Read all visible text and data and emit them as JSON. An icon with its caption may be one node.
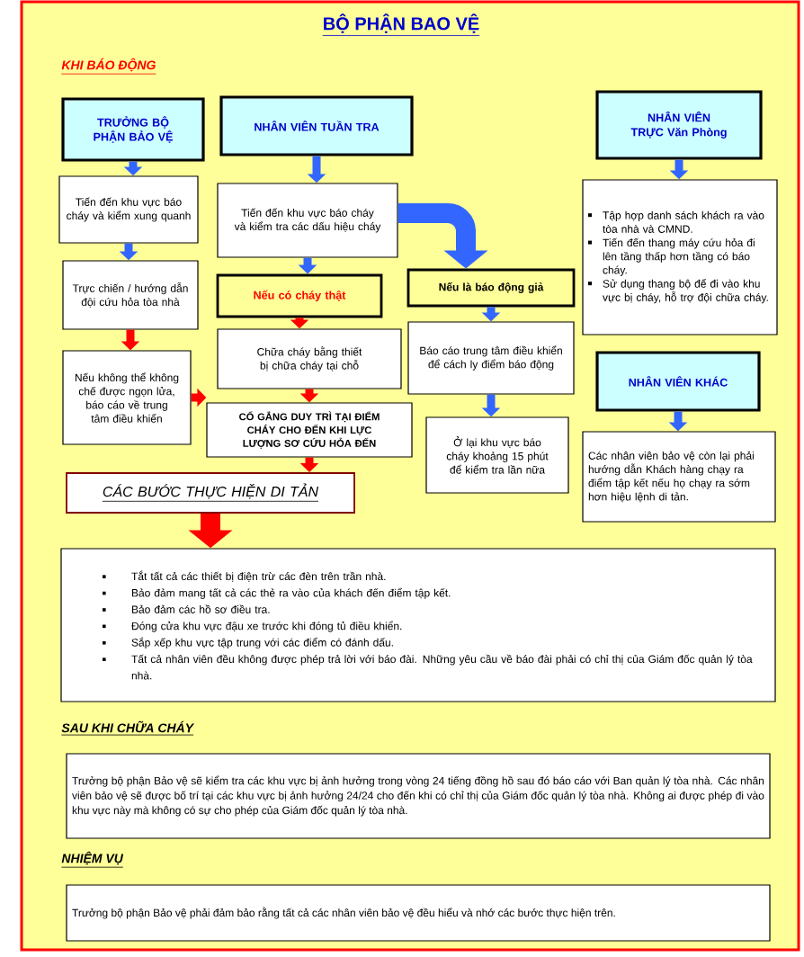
{
  "diagram": {
    "title": "BỘ PHẬN BAO VỆ",
    "nodes": [
      {
        "text": [
          "TRƯỞNG BỘ PHẬN BẢO VỆ"
        ]
      },
      {
        "text": [
          "NHÂN VIÊN TUẦN TRA"
        ]
      },
      {
        "text": [
          "NHÂN VIÊN TRỰC Văn Phòng"
        ]
      },
      {
        "text": [
          "Tiến đến khu vực báo cháy và kiểm xung quanh"
        ]
      },
      {
        "text": [
          "Tiến đến khu vực báo cháy và kiểm tra các dấu hiệu cháy"
        ]
      },
      {
        "text": [
          "Tập hợp danh sách khách ra vào tòa nhà và CMND.",
          "Tiến đến thang máy cứu hỏa đi lên tầng thấp hơn tầng có báo cháy.",
          "Sử dụng thang bộ để đi vào khu vực bị cháy, hỗ trợ đội chữa cháy."
        ]
      },
      {
        "text": [
          "Trực chiến / hướng dẫn đội cứu hỏa tòa nhà"
        ]
      },
      {
        "text": [
          "Nếu có cháy thật"
        ]
      },
      {
        "text": [
          "Nếu là báo động giả"
        ]
      },
      {
        "text": [
          "Chữa cháy bằng thiết bị chữa cháy tại chỗ"
        ]
      },
      {
        "text": [
          "Báo cáo trung tâm điều khiển để cách ly điểm báo động"
        ]
      },
      {
        "text": [
          "NHÂN VIÊN KHÁC"
        ]
      },
      {
        "text": [
          "Nếu không thể không chế được ngọn lửa, báo cáo về trung tâm điều khiển"
        ]
      },
      {
        "text": [
          "CỐ GẮNG DUY TRÌ TẠI ĐIỂM CHÁY CHO ĐẾN KHI LỰC LƯỢNG SƠ CỨU HỎA ĐẾN"
        ]
      },
      {
        "text": [
          "Ở lại khu vực báo cháy khoảng 15 phút để kiểm tra lần nữa"
        ]
      },
      {
        "text": [
          "Các nhân viên bảo vệ còn lại phải hướng dẫn Khách hàng chạy ra điểm tập kết nếu họ chạy ra sớm hơn hiệu lệnh di tản."
        ]
      },
      {
        "text": [
          "CÁC BƯỚC THỰC HIỆN DI TẢN"
        ]
      },
      {
        "text": [
          "Tắt tất cả các thiết bị điện trừ các đèn trên trần nhà.",
          "Bảo đảm mang tất cả các thẻ ra vào của khách đến điểm tập kết.",
          "Bảo đảm các hồ sơ điều tra.",
          "Đóng cửa khu vực đậu xe trước khi đóng tủ điều khiển.",
          "Sắp xếp khu vực tập trung với các điểm có đánh dấu.",
          "Tất cả nhân viên đều không được phép trả lời với báo đài. Những yêu cầu về báo đài phải có chỉ thị của Giám đốc quản lý tòa nhà."
        ]
      },
      {
        "text": [
          "Trưởng bộ phận Bảo vệ sẽ kiểm tra các khu vực bị ảnh hưởng trong vòng 24 tiếng đồng hồ sau đó báo cáo với Ban quản lý tòa nhà. Các nhân viên bảo vệ sẽ được bố trí tại các khu vực bị ảnh hưởng 24/24 cho đến khi có chỉ thị của Giám đốc quản lý tòa nhà. Không ai được phép đi vào khu vực này mà không có sự cho phép của Giám đốc quản lý tòa nhà."
        ]
      },
      {
        "text": [
          "Trưởng bộ phận Bảo vệ phải đảm bảo rằng tất cả các nhân viên bảo vệ đều hiểu và nhớ các bước thực hiện trên."
        ]
      }
    ],
    "edges": [
      {
        "from": 0,
        "to": 3,
        "arrow": "to"
      },
      {
        "from": 3,
        "to": 6,
        "arrow": "to"
      },
      {
        "from": 6,
        "to": 12,
        "arrow": "to",
        "color": "#ff0000"
      },
      {
        "from": 12,
        "to": 13,
        "arrow": "to",
        "color": "#ff0000"
      },
      {
        "from": 1,
        "to": 4,
        "arrow": "to"
      },
      {
        "from": 4,
        "to": 7,
        "arrow": "to"
      },
      {
        "from": 7,
        "to": 9,
        "arrow": "to",
        "color": "#ff0000"
      },
      {
        "from": 9,
        "to": 13,
        "arrow": "to",
        "color": "#ff0000"
      },
      {
        "from": 13,
        "to": 16,
        "arrow": "to",
        "color": "#ff0000"
      },
      {
        "from": 4,
        "to": 8,
        "arrow": "to",
        "style": "thick"
      },
      {
        "from": 8,
        "to": 10,
        "arrow": "to"
      },
      {
        "from": 10,
        "to": 14,
        "arrow": "to"
      },
      {
        "from": 2,
        "to": 5,
        "arrow": "to"
      },
      {
        "from": 11,
        "to": 15,
        "arrow": "to"
      },
      {
        "from": 16,
        "to": 17,
        "arrow": "to",
        "color": "#ff0000",
        "style": "thick"
      }
    ],
    "labels": [
      "KHI BÁO ĐỘNG",
      "SAU KHI CHỮA CHÁY",
      "NHIỆM VỤ"
    ]
  }
}
